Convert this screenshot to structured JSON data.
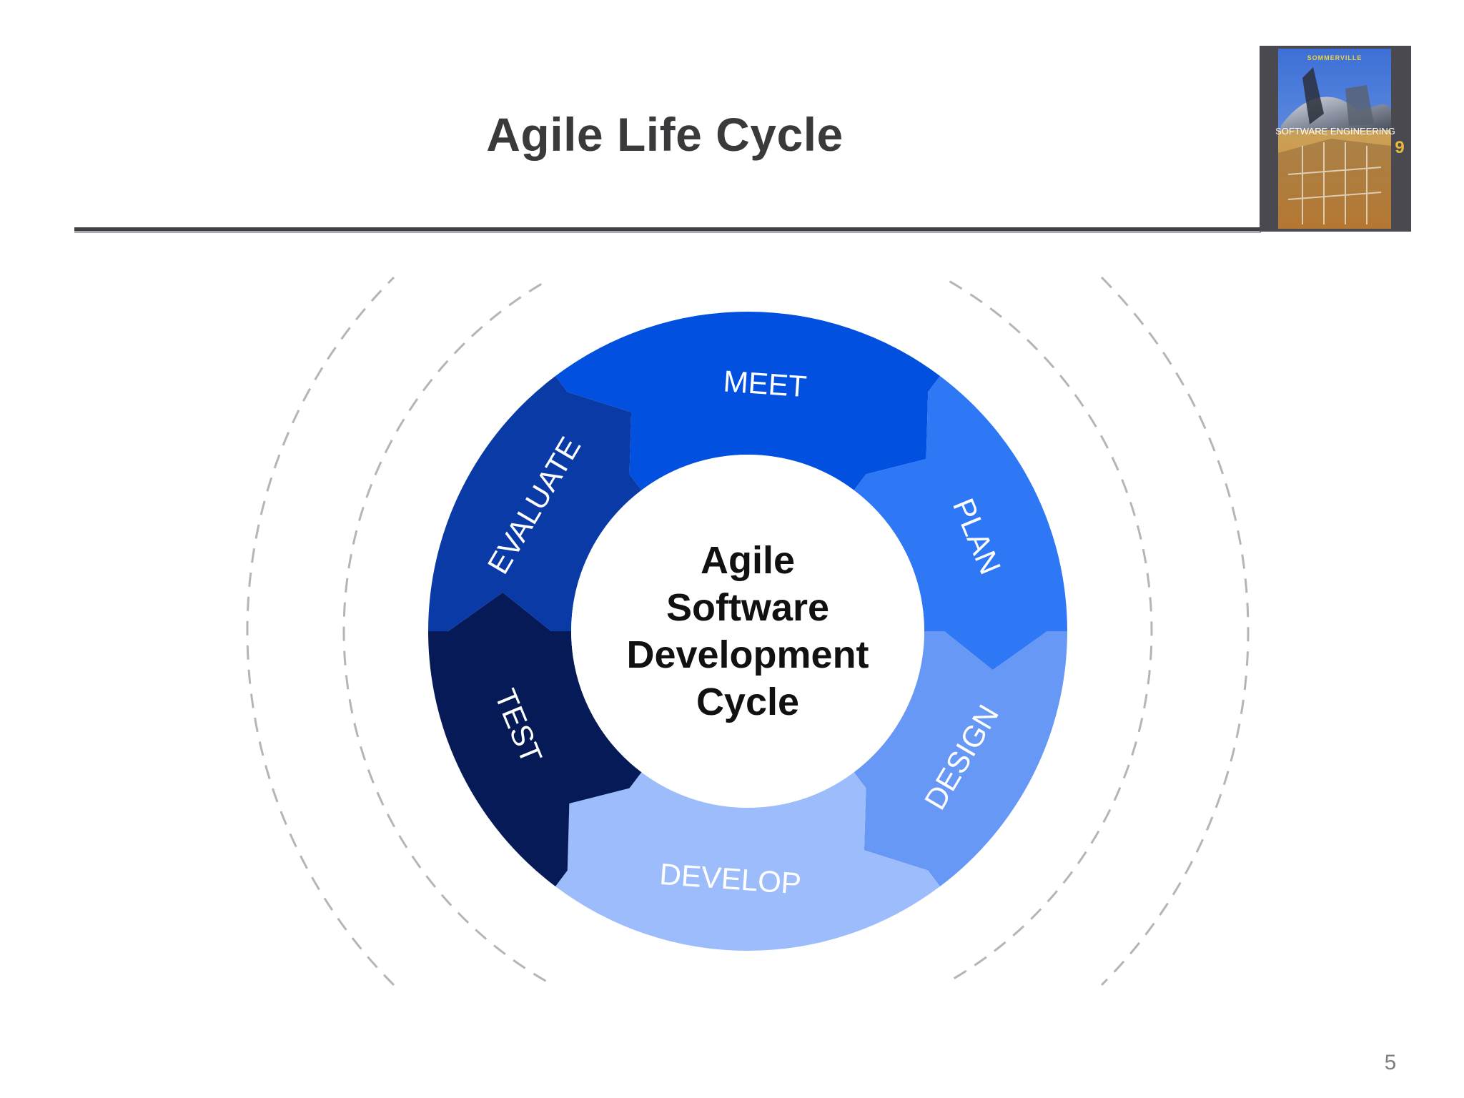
{
  "slide": {
    "title": "Agile Life Cycle",
    "page_number": "5"
  },
  "book_cover": {
    "author": "SOMMERVILLE",
    "title": "SOFTWARE ENGINEERING",
    "edition": "9"
  },
  "cycle": {
    "center_lines": [
      "Agile",
      "Software",
      "Development",
      "Cycle"
    ],
    "phases": [
      {
        "label": "MEET",
        "color": "#0250e0"
      },
      {
        "label": "PLAN",
        "color": "#2f78f5"
      },
      {
        "label": "DESIGN",
        "color": "#6798f6"
      },
      {
        "label": "DEVELOP",
        "color": "#9dbcfb"
      },
      {
        "label": "TEST",
        "color": "#051a56"
      },
      {
        "label": "EVALUATE",
        "color": "#0a3aa6"
      }
    ]
  }
}
